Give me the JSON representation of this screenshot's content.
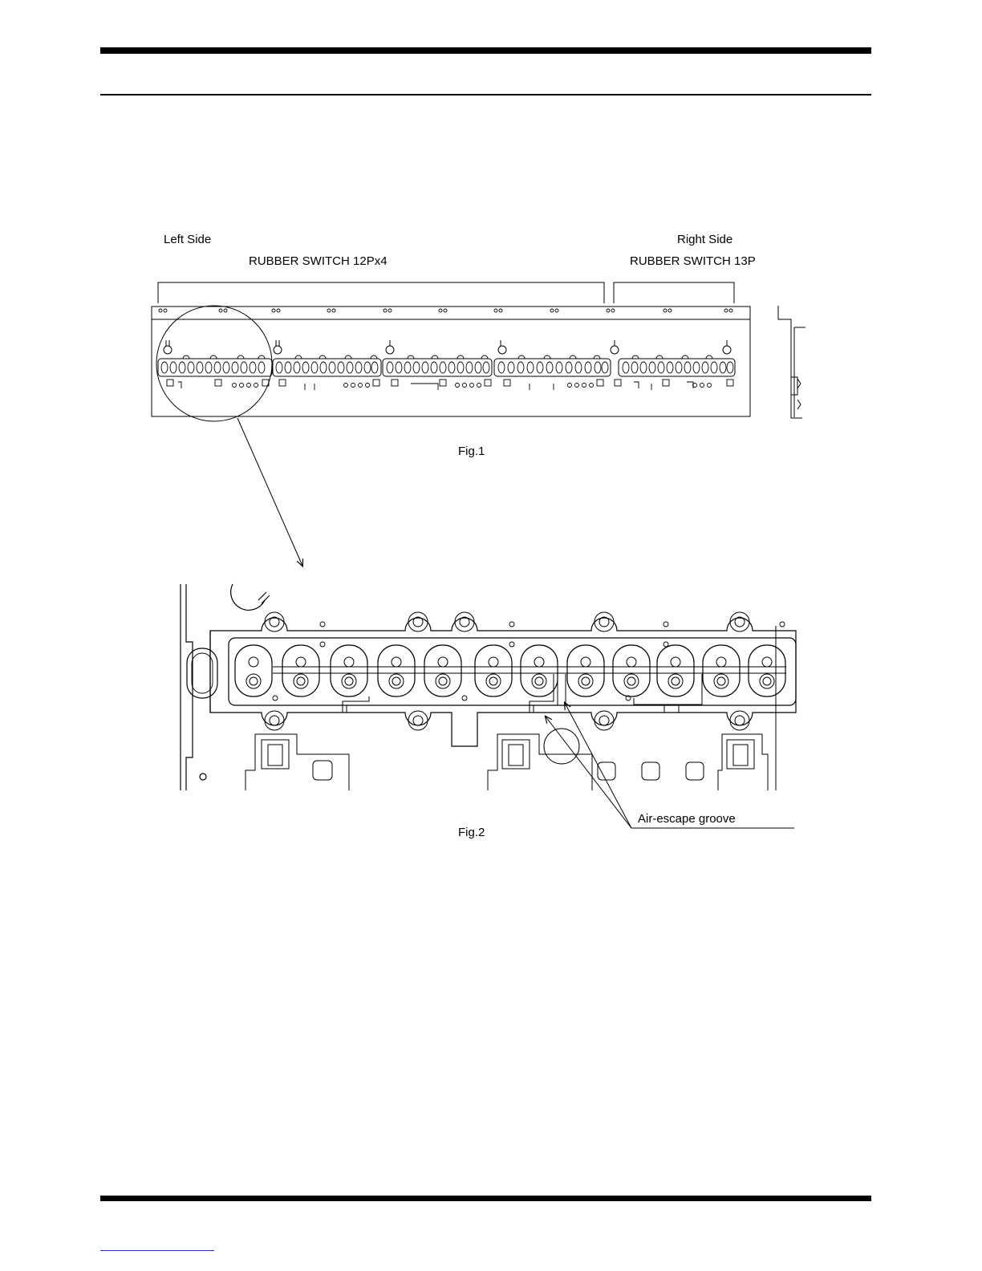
{
  "fig1": {
    "left_side_label": "Left Side",
    "left_switch_label": "RUBBER SWITCH 12Px4",
    "right_side_label": "Right Side",
    "right_switch_label": "RUBBER SWITCH 13P",
    "caption": "Fig.1"
  },
  "fig2": {
    "callout_label": "Air-escape groove",
    "caption": "Fig.2"
  }
}
